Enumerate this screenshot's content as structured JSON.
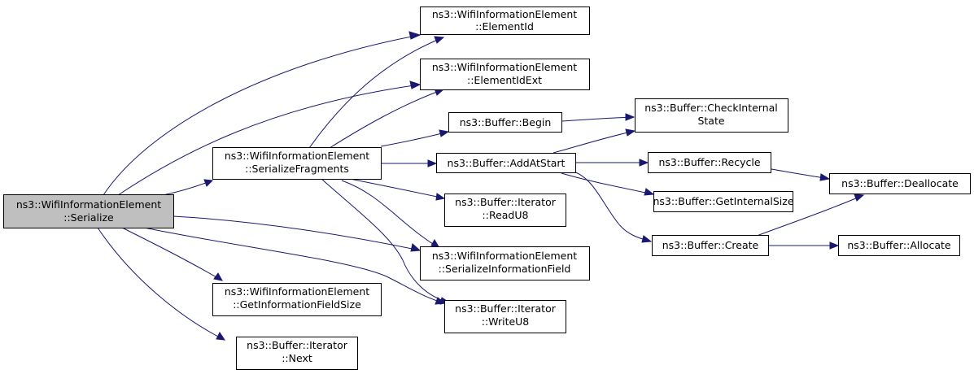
{
  "nodes": {
    "serialize": {
      "line1": "ns3::WifiInformationElement",
      "line2": "::Serialize"
    },
    "element_id": {
      "line1": "ns3::WifiInformationElement",
      "line2": "::ElementId"
    },
    "element_id_ext": {
      "line1": "ns3::WifiInformationElement",
      "line2": "::ElementIdExt"
    },
    "serialize_fragments": {
      "line1": "ns3::WifiInformationElement",
      "line2": "::SerializeFragments"
    },
    "get_information_field_size": {
      "line1": "ns3::WifiInformationElement",
      "line2": "::GetInformationFieldSize"
    },
    "iterator_next": {
      "line1": "ns3::Buffer::Iterator",
      "line2": "::Next"
    },
    "buffer_begin": {
      "line1": "ns3::Buffer::Begin"
    },
    "buffer_add_at_start": {
      "line1": "ns3::Buffer::AddAtStart"
    },
    "iterator_read_u8": {
      "line1": "ns3::Buffer::Iterator",
      "line2": "::ReadU8"
    },
    "serialize_information_field": {
      "line1": "ns3::WifiInformationElement",
      "line2": "::SerializeInformationField"
    },
    "iterator_write_u8": {
      "line1": "ns3::Buffer::Iterator",
      "line2": "::WriteU8"
    },
    "check_internal_state": {
      "line1": "ns3::Buffer::CheckInternal",
      "line2": "State"
    },
    "buffer_recycle": {
      "line1": "ns3::Buffer::Recycle"
    },
    "get_internal_size": {
      "line1": "ns3::Buffer::GetInternalSize"
    },
    "buffer_create": {
      "line1": "ns3::Buffer::Create"
    },
    "buffer_deallocate": {
      "line1": "ns3::Buffer::Deallocate"
    },
    "buffer_allocate": {
      "line1": "ns3::Buffer::Allocate"
    }
  },
  "edges": [
    [
      "serialize",
      "element_id"
    ],
    [
      "serialize",
      "element_id_ext"
    ],
    [
      "serialize",
      "serialize_fragments"
    ],
    [
      "serialize",
      "serialize_information_field"
    ],
    [
      "serialize",
      "get_information_field_size"
    ],
    [
      "serialize",
      "iterator_write_u8"
    ],
    [
      "serialize",
      "iterator_next"
    ],
    [
      "serialize_fragments",
      "element_id"
    ],
    [
      "serialize_fragments",
      "element_id_ext"
    ],
    [
      "serialize_fragments",
      "buffer_begin"
    ],
    [
      "serialize_fragments",
      "buffer_add_at_start"
    ],
    [
      "serialize_fragments",
      "iterator_read_u8"
    ],
    [
      "serialize_fragments",
      "serialize_information_field"
    ],
    [
      "serialize_fragments",
      "iterator_write_u8"
    ],
    [
      "buffer_begin",
      "check_internal_state"
    ],
    [
      "buffer_add_at_start",
      "check_internal_state"
    ],
    [
      "buffer_add_at_start",
      "buffer_recycle"
    ],
    [
      "buffer_add_at_start",
      "get_internal_size"
    ],
    [
      "buffer_add_at_start",
      "buffer_create"
    ],
    [
      "buffer_recycle",
      "buffer_deallocate"
    ],
    [
      "buffer_create",
      "buffer_deallocate"
    ],
    [
      "buffer_create",
      "buffer_allocate"
    ]
  ],
  "colors": {
    "edge": "#191970",
    "root_fill": "#bfbfbf",
    "node_fill": "#ffffff",
    "node_border": "#000000"
  }
}
